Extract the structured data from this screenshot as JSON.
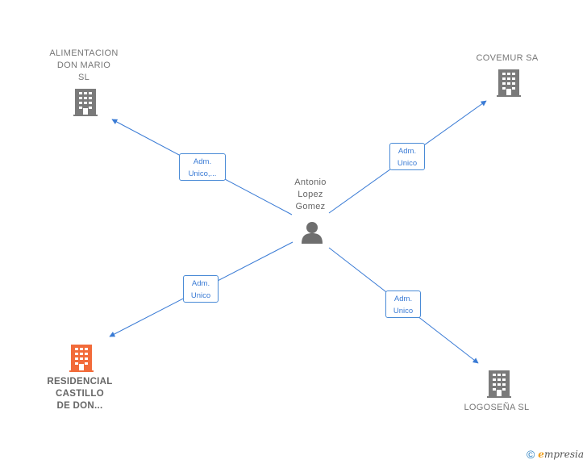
{
  "center": {
    "name": "Antonio\nLopez\nGomez",
    "icon": "person-icon",
    "color": "#6e6e6e"
  },
  "companies": [
    {
      "id": "alimentacion",
      "name": "ALIMENTACION\nDON MARIO\nSL",
      "icon": "building-icon",
      "color": "#7a7a7a",
      "role": "Adm.\nUnico,..."
    },
    {
      "id": "covemur",
      "name": "COVEMUR SA",
      "icon": "building-icon",
      "color": "#7a7a7a",
      "role": "Adm.\nUnico"
    },
    {
      "id": "residencial",
      "name": "RESIDENCIAL\nCASTILLO\nDE DON...",
      "icon": "building-icon",
      "color": "#f26b3a",
      "role": "Adm.\nUnico"
    },
    {
      "id": "logosena",
      "name": "LOGOSEÑA  SL",
      "icon": "building-icon",
      "color": "#7a7a7a",
      "role": "Adm.\nUnico"
    }
  ],
  "edge_color": "#3a7bd5",
  "footer": {
    "copyright": "©",
    "brand_initial": "e",
    "brand_rest": "mpresia"
  }
}
